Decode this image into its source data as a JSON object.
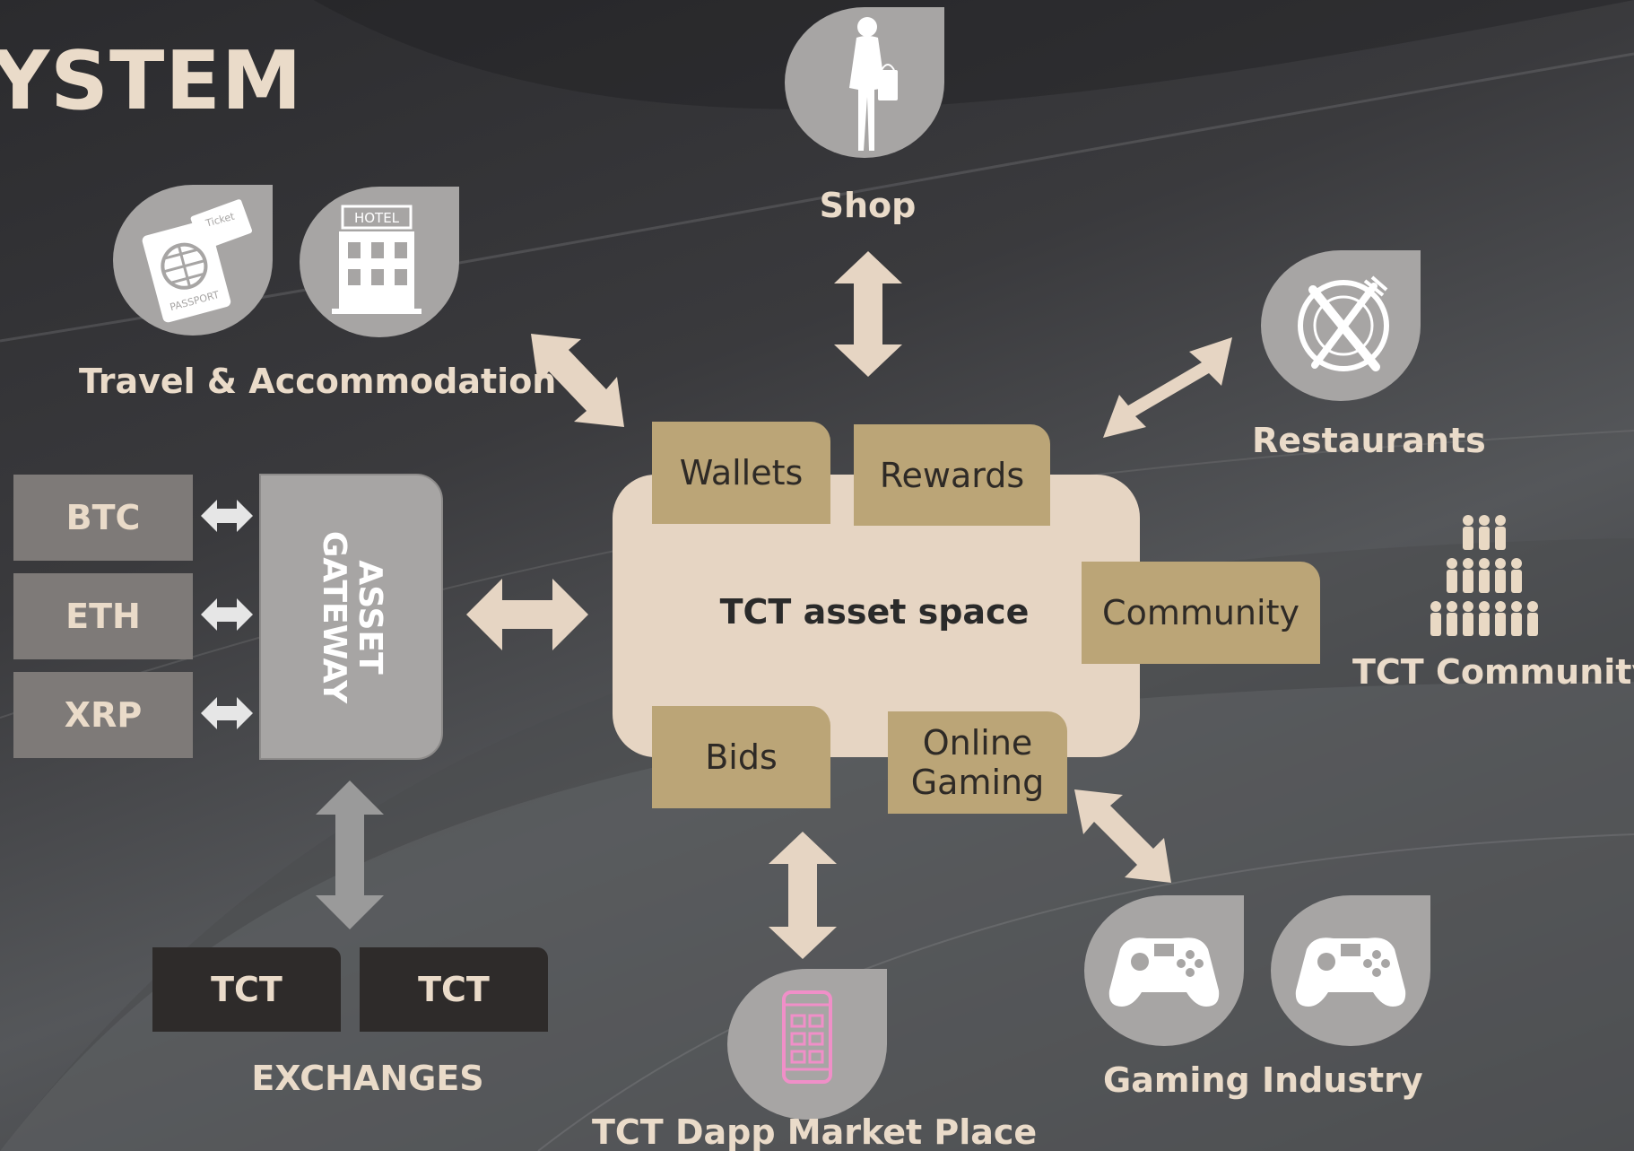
{
  "title": "YSTEM",
  "nodes": {
    "shop": "Shop",
    "travel": "Travel & Accommodation",
    "restaurants": "Restaurants",
    "community": "TCT Community",
    "gaming": "Gaming Industry",
    "dapp": "TCT Dapp Market Place",
    "exchanges": "EXCHANGES"
  },
  "coins": [
    "BTC",
    "ETH",
    "XRP"
  ],
  "gateway": [
    "ASSET",
    "GATEWAY"
  ],
  "core": {
    "label": "TCT asset space",
    "tabs": {
      "wallets": "Wallets",
      "rewards": "Rewards",
      "community": "Community",
      "bids": "Bids",
      "gaming_line1": "Online",
      "gaming_line2": "Gaming"
    }
  },
  "exchange_tokens": [
    "TCT",
    "TCT"
  ],
  "icon_text": {
    "hotel": "HOTEL",
    "passport": "PASSPORT",
    "ticket": "Ticket"
  },
  "colors": {
    "accent": "#eadbc9",
    "tab": "#bba577",
    "core": "#e6d5c3",
    "grey": "#a7a5a4"
  }
}
